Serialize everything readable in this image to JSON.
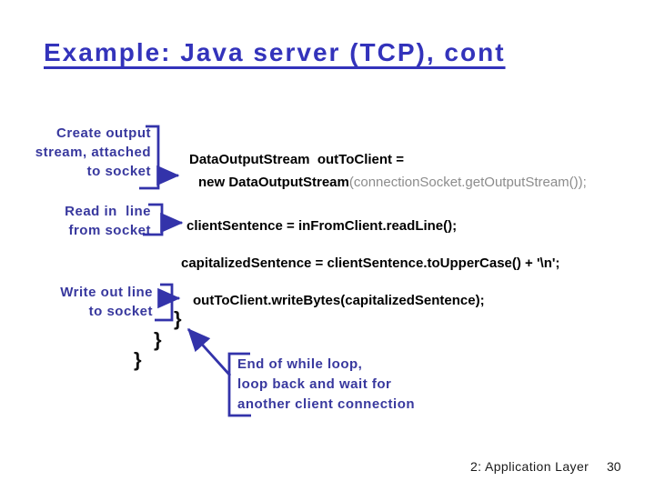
{
  "slide": {
    "title": "Example: Java server (TCP), cont",
    "annotations": {
      "create_output": [
        "Create output",
        "stream, attached",
        "to socket"
      ],
      "read_line": [
        "Read in  line",
        "from socket"
      ],
      "write_line": [
        "Write out line",
        "to socket"
      ],
      "end_while": [
        "End of while loop,",
        "loop back and wait for",
        "another client connection"
      ]
    },
    "code": {
      "decl_line1": "DataOutputStream  outToClient =",
      "decl_line2_bold": "new DataOutputStream",
      "decl_line2_rest": "(connectionSocket.getOutputStream());",
      "read": "clientSentence = inFromClient.readLine();",
      "capitalize": "capitalizedSentence = clientSentence.toUpperCase() + '\\n';",
      "write": "outToClient.writeBytes(capitalizedSentence);"
    },
    "braces": [
      "}",
      "}",
      "}"
    ],
    "footer": {
      "section": "2: Application Layer",
      "page": "30"
    },
    "colors": {
      "title_blue": "#3333BB",
      "annotation_blue": "#38389E",
      "arrow_blue": "#3333AA",
      "code_black": "#000000",
      "code_muted_gray": "#8C8C8C"
    }
  }
}
